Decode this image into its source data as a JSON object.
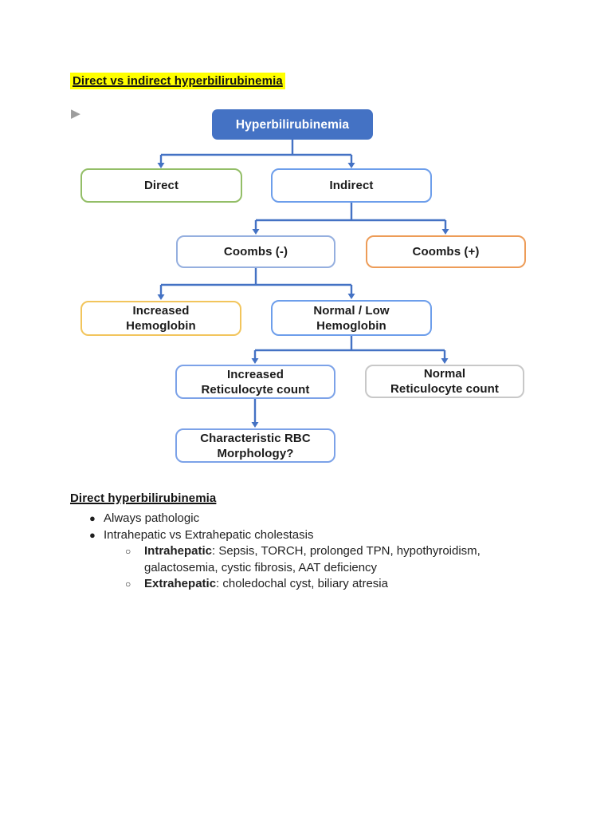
{
  "title": {
    "text": "Direct vs indirect hyperbilirubinemia",
    "highlight_color": "#ffff00"
  },
  "icons": {
    "expand_marker": "▶"
  },
  "flowchart": {
    "connector_color": "#4472c4",
    "root": {
      "label": "Hyperbilirubinemia",
      "fill": "#4472c4",
      "text_color": "#ffffff"
    },
    "nodes": {
      "direct": {
        "label": "Direct",
        "border": "#93be67"
      },
      "indirect": {
        "label": "Indirect",
        "border": "#6d9eeb"
      },
      "coombs_neg": {
        "label": "Coombs (-)",
        "border": "#95afdf"
      },
      "coombs_pos": {
        "label": "Coombs (+)",
        "border": "#ed9c58"
      },
      "inc_hgb": {
        "label": "Increased\nHemoglobin",
        "border": "#f2c55c"
      },
      "norm_low": {
        "label": "Normal / Low\nHemoglobin",
        "border": "#6d9eeb"
      },
      "inc_retic": {
        "label": "Increased\nReticulocyte count",
        "border": "#7ca2e8"
      },
      "norm_retic": {
        "label": "Normal\nReticulocyte count",
        "border": "#c8c8c8"
      },
      "char_rbc": {
        "label": "Characteristic RBC\nMorphology?",
        "border": "#7ca2e8"
      }
    }
  },
  "section": {
    "heading": "Direct hyperbilirubinemia",
    "bullet_glyph": "●",
    "sub_bullet_glyph": "○",
    "bullets": [
      {
        "text": "Always pathologic"
      },
      {
        "text": "Intrahepatic vs Extrahepatic cholestasis"
      }
    ],
    "sub_bullets": [
      {
        "lead": "Intrahepatic",
        "rest": ": Sepsis, TORCH, prolonged TPN, hypothyroidism, galactosemia, cystic fibrosis, AAT deficiency"
      },
      {
        "lead": "Extrahepatic",
        "rest": ": choledochal cyst, biliary atresia"
      }
    ]
  }
}
